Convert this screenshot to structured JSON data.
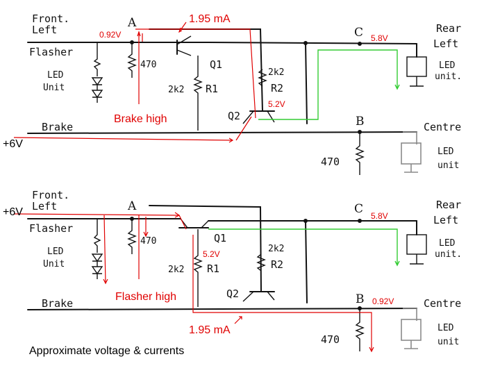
{
  "footer_note": "Approximate voltage & currents",
  "supply_label": "+6V",
  "labels": {
    "front_left": [
      "Front.",
      "Left"
    ],
    "flasher": "Flasher",
    "led_unit_left": [
      "LED",
      "Unit"
    ],
    "brake": "Brake",
    "rear_left": [
      "Rear",
      "Left"
    ],
    "rear_led_unit": [
      "LED",
      "unit."
    ],
    "centre": "Centre",
    "centre_led_unit": [
      "LED",
      "unit"
    ],
    "node_a": "A",
    "node_b": "B",
    "node_c": "C",
    "q1": "Q1",
    "q2": "Q2",
    "r1": "R1",
    "r2": "R2",
    "res_2k2": "2k2",
    "res_470": "470"
  },
  "top": {
    "condition": "Brake high",
    "current": "1.95 mA",
    "v_a": "0.92V",
    "v_c": "5.8V",
    "v_q2": "5.2V"
  },
  "bottom": {
    "condition": "Flasher high",
    "current": "1.95 mA",
    "v_b": "0.92V",
    "v_c": "5.8V",
    "v_q1": "5.2V"
  },
  "colors": {
    "annotation": "#e00000",
    "led_path": "#33cc33",
    "wire": "#111111"
  }
}
